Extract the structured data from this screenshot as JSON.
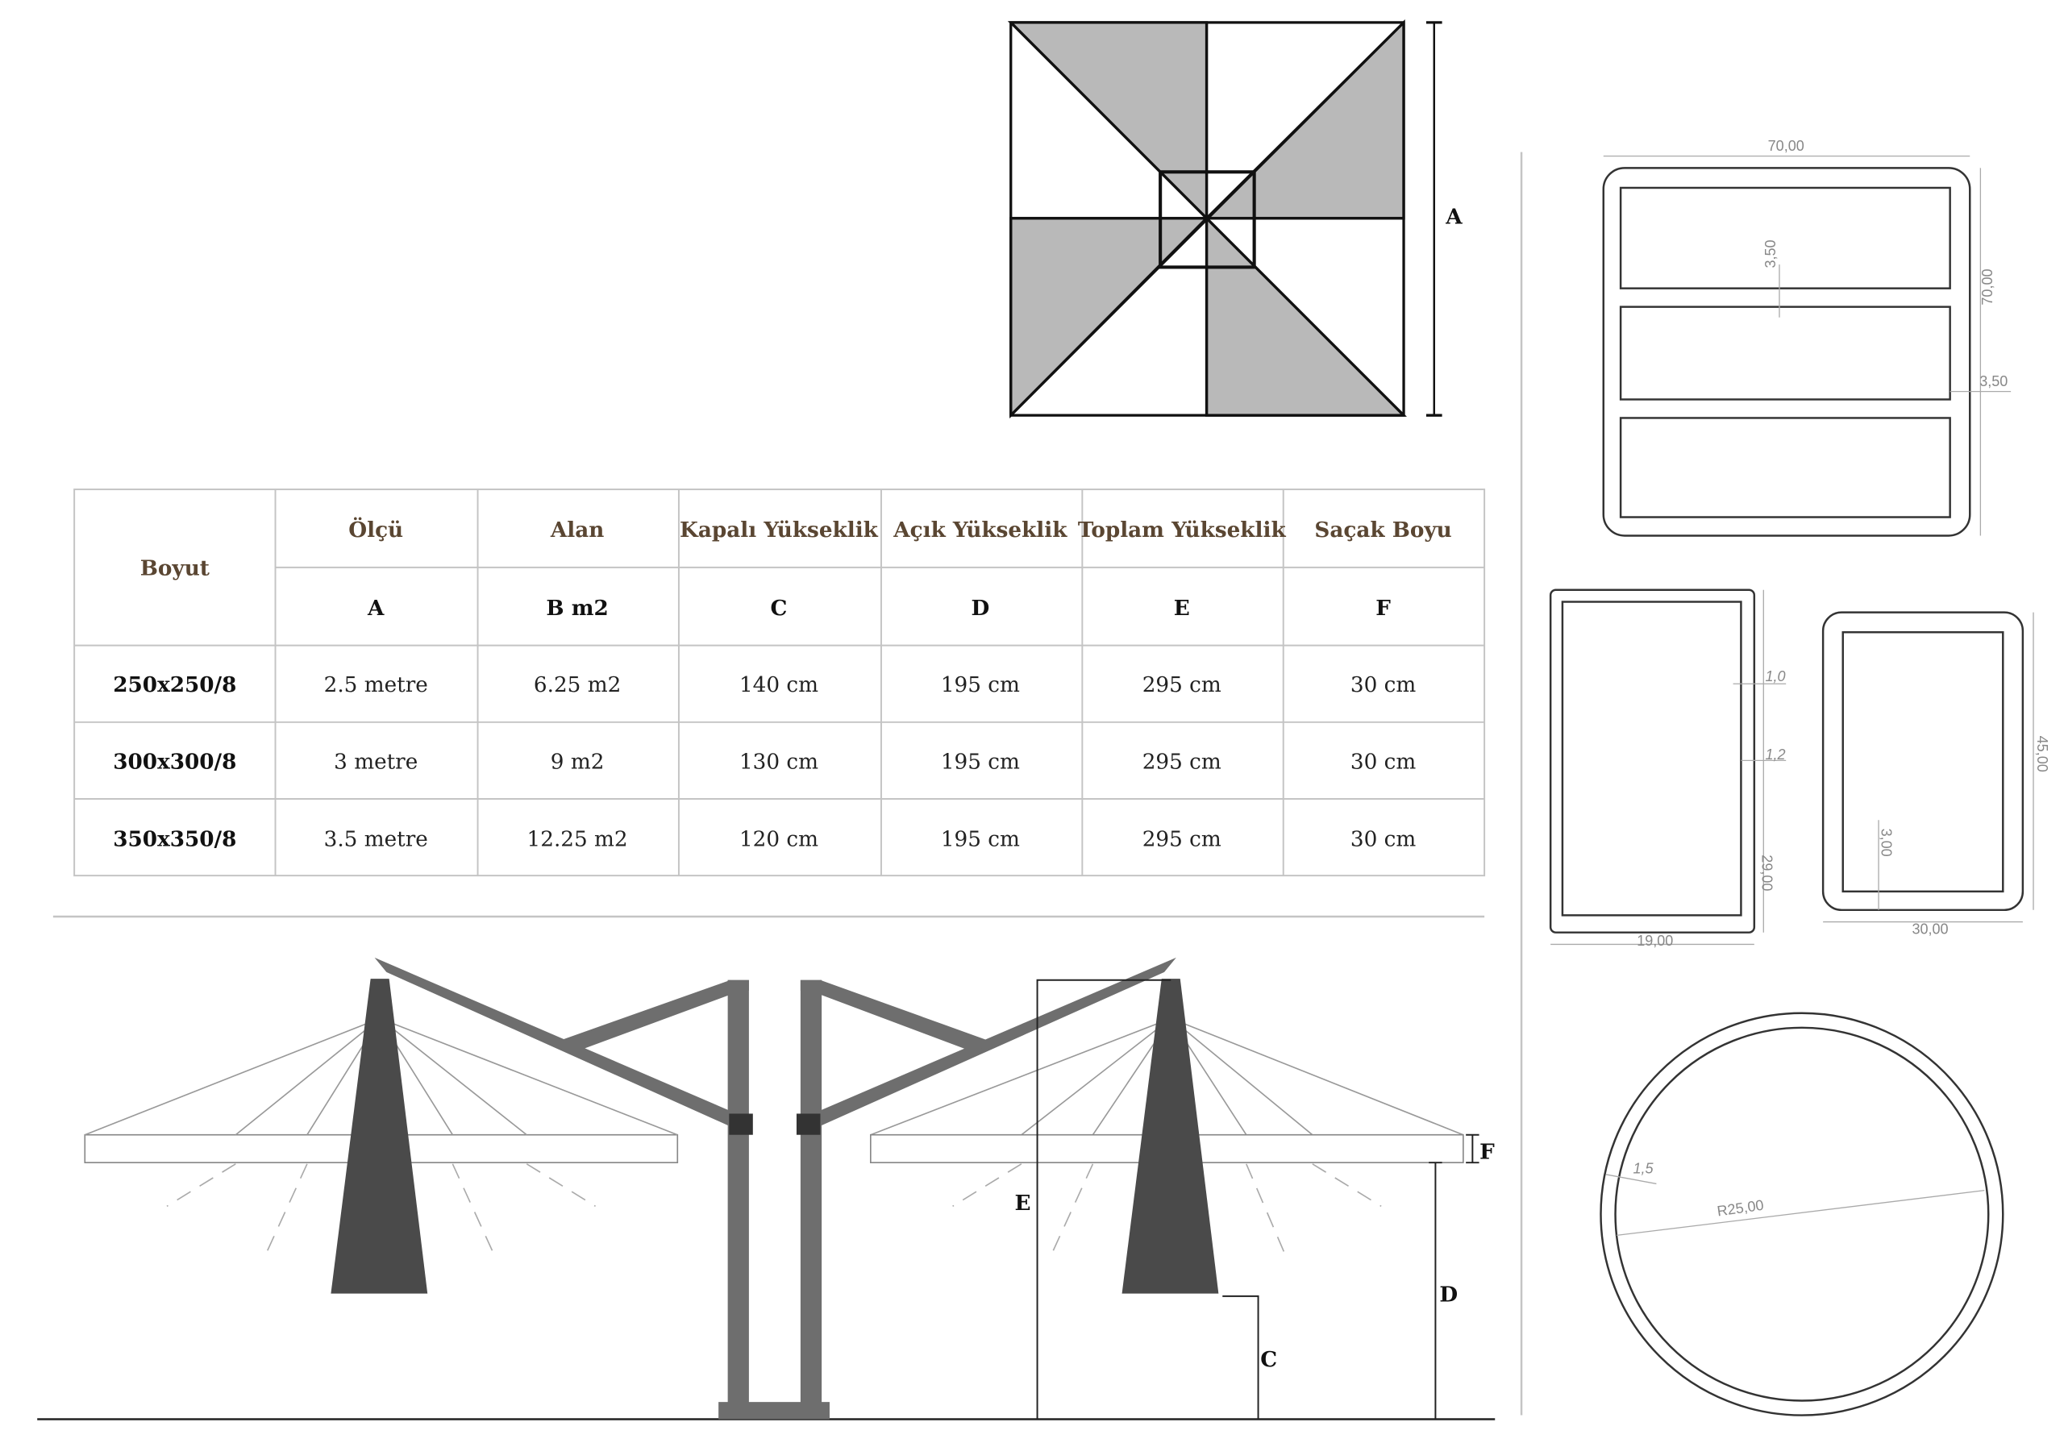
{
  "table": {
    "row_header": "Boyut",
    "headers": [
      "Ölçü",
      "Alan",
      "Kapalı Yükseklik",
      "Açık Yükseklik",
      "Toplam Yükseklik",
      "Saçak Boyu"
    ],
    "letters": [
      "A",
      "B m2",
      "C",
      "D",
      "E",
      "F"
    ],
    "rows": [
      {
        "size": "250x250/8",
        "cells": [
          "2.5 metre",
          "6.25 m2",
          "140 cm",
          "195 cm",
          "295 cm",
          "30 cm"
        ]
      },
      {
        "size": "300x300/8",
        "cells": [
          "3 metre",
          "9 m2",
          "130 cm",
          "195 cm",
          "295 cm",
          "30 cm"
        ]
      },
      {
        "size": "350x350/8",
        "cells": [
          "3.5 metre",
          "12.25 m2",
          "120 cm",
          "195 cm",
          "295 cm",
          "30 cm"
        ]
      }
    ]
  },
  "plan_view": {
    "label_a": "A"
  },
  "elevation": {
    "label_c": "C",
    "label_d": "D",
    "label_e": "E",
    "label_f": "F"
  },
  "profiles": {
    "p1": {
      "width": "70,00",
      "height": "70,00",
      "gap": "3,50",
      "wall": "3,50"
    },
    "p2": {
      "t1": "1,0",
      "t2": "1,2",
      "height": "29,00",
      "width": "19,00"
    },
    "p3": {
      "height": "45,00",
      "wall": "3,00",
      "width": "30,00"
    },
    "p4": {
      "wall": "1,5",
      "radius": "R25,00"
    }
  },
  "colors": {
    "shade": "#b9b9b9",
    "pole": "#6e6e6e",
    "mast": "#4a4a4a",
    "header": "#5a4632",
    "grid": "#c4c4c4"
  }
}
